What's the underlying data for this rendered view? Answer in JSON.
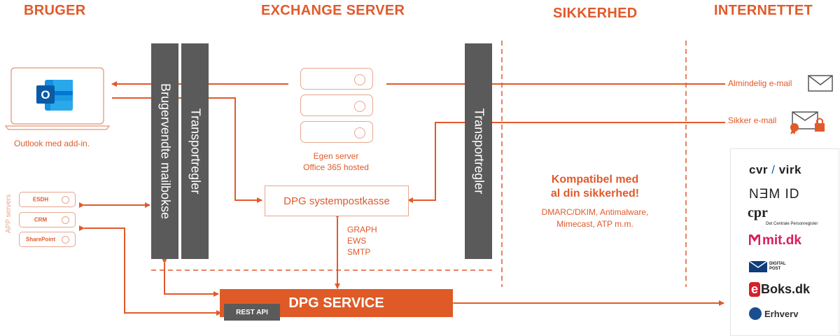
{
  "headers": {
    "user": "BRUGER",
    "exchange": "EXCHANGE SERVER",
    "security": "SIKKERHED",
    "internet": "INTERNETTET"
  },
  "outlook_caption": "Outlook med add-in.",
  "app_servers": {
    "label": "APP servers",
    "items": [
      "ESDH",
      "CRM",
      "SharePoint"
    ]
  },
  "bars": {
    "mailbox": "Brugervendte mailbokse",
    "transport_left": "Transportregler",
    "transport_right": "Transportregler"
  },
  "server": {
    "caption_line1": "Egen server",
    "caption_line2": "Office 365 hosted"
  },
  "system_mailbox": "DPG systempostkasse",
  "protocols": [
    "GRAPH",
    "EWS",
    "SMTP"
  ],
  "dpg_service": "DPG SERVICE",
  "rest_api": "REST API",
  "security_text": {
    "line1": "Kompatibel med",
    "line2": "al din sikkerhed!",
    "detail1": "DMARC/DKIM, Antimalware,",
    "detail2": "Mimecast, ATP m.m."
  },
  "email_types": {
    "normal": "Almindelig e-mail",
    "secure": "Sikker e-mail"
  },
  "partners": {
    "cvr": "cvr",
    "virk": "virk",
    "nemid": "NƎM ID",
    "cpr": "cpr",
    "cpr_sub": "Det Centrale Personregister",
    "mitdk": "mit.dk",
    "digitalpost_1": "DIGITAL",
    "digitalpost_2": "POST",
    "eboks": "Boks.dk",
    "eboks_e": "e",
    "erhverv": "Erhverv"
  },
  "colors": {
    "accent": "#e05a2b",
    "bar": "#5a5a5a",
    "light": "#e8a58d"
  }
}
